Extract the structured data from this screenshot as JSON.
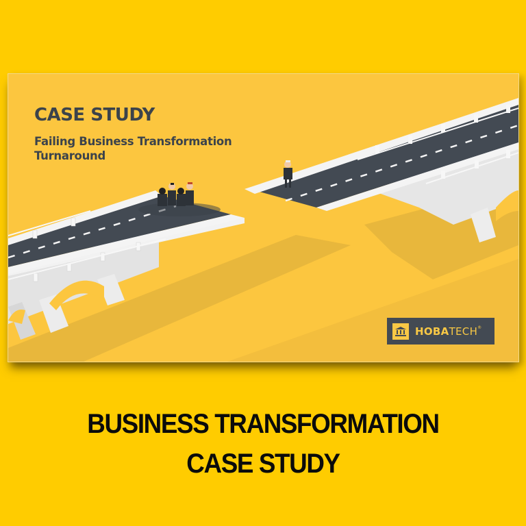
{
  "card": {
    "title": "CASE STUDY",
    "subtitle": "Failing Business Transformation Turnaround",
    "logo": {
      "icon": "bank-building-icon",
      "brand_bold": "HOBA",
      "brand_light": "TECH",
      "trademark": "®"
    }
  },
  "headline": {
    "line1": "BUSINESS TRANSFORMATION",
    "line2": "CASE STUDY"
  },
  "colors": {
    "page_background": "#FFCC00",
    "card_background": "#FCC63F",
    "road": "#434a53",
    "bridge": "#E8E8E8",
    "text_dark": "#3c434b",
    "headline": "#0b0b0b"
  }
}
